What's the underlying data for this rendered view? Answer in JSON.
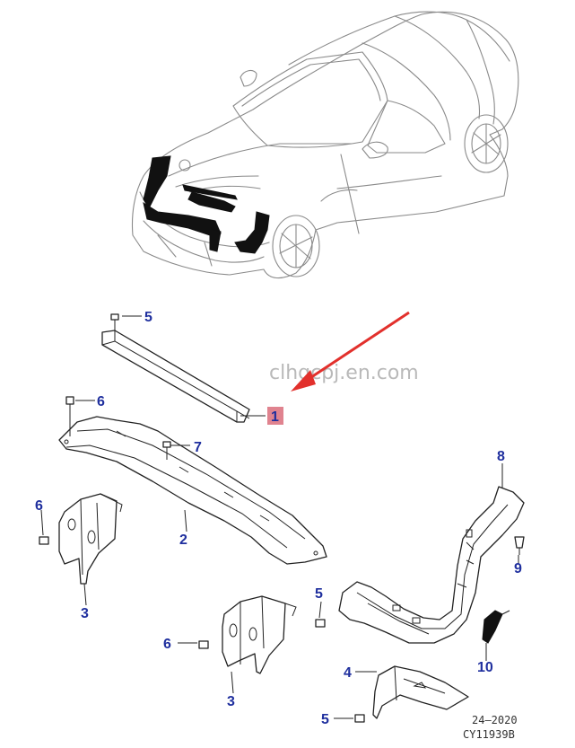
{
  "watermark": "clhqcpj.en.com",
  "callouts": [
    {
      "id": "c1",
      "label": "1",
      "highlighted": true
    },
    {
      "id": "c2",
      "label": "2"
    },
    {
      "id": "c3a",
      "label": "3"
    },
    {
      "id": "c3b",
      "label": "3"
    },
    {
      "id": "c4",
      "label": "4"
    },
    {
      "id": "c5a",
      "label": "5"
    },
    {
      "id": "c5b",
      "label": "5"
    },
    {
      "id": "c5c",
      "label": "5"
    },
    {
      "id": "c6a",
      "label": "6"
    },
    {
      "id": "c6b",
      "label": "6"
    },
    {
      "id": "c6c",
      "label": "6"
    },
    {
      "id": "c7",
      "label": "7"
    },
    {
      "id": "c8",
      "label": "8"
    },
    {
      "id": "c9",
      "label": "9"
    },
    {
      "id": "c10",
      "label": "10"
    }
  ],
  "reference": {
    "date": "24–2020",
    "code": "CY11939B"
  },
  "colors": {
    "callout": "#1f2f9e",
    "highlight": "#e0838f",
    "arrow": "#e2302c"
  }
}
